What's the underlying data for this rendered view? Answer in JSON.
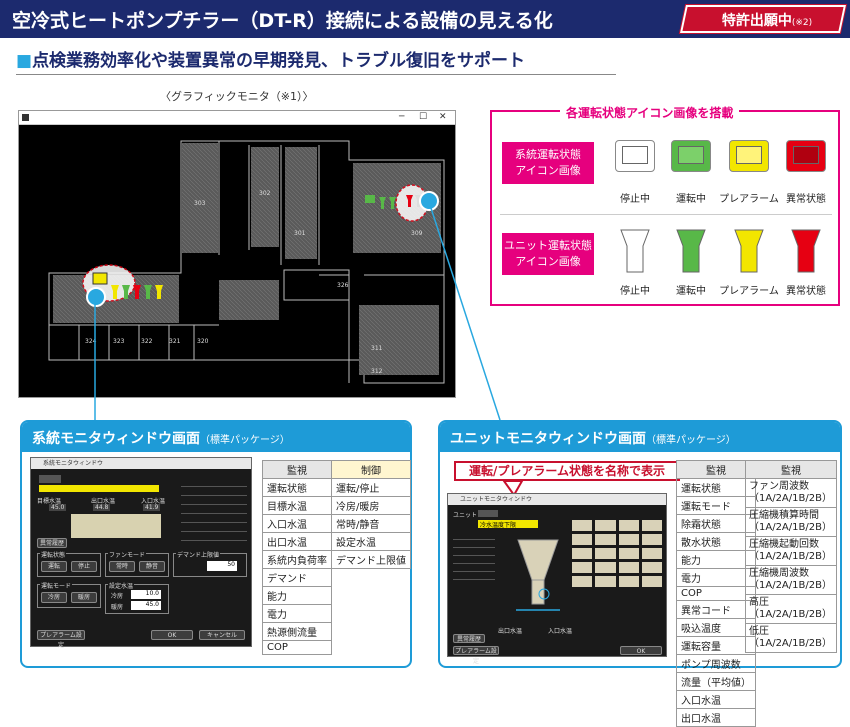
{
  "header": {
    "title": "空冷式ヒートポンプチラー（DT-R）接続による設備の見える化",
    "badge": "特許出願中",
    "badge_note": "(※2)"
  },
  "subtitle": "点検業務効率化や装置異常の早期発見、トラブル復旧をサポート",
  "graphic_monitor": {
    "caption": "〈グラフィックモニタ（※1）〉",
    "rooms": [
      "303",
      "302",
      "301",
      "309",
      "326",
      "324",
      "323",
      "322",
      "321",
      "320",
      "311",
      "312"
    ]
  },
  "legend": {
    "title": "各運転状態アイコン画像を搭載",
    "system_label_1": "系統運転状態",
    "system_label_2": "アイコン画像",
    "unit_label_1": "ユニット運転状態",
    "unit_label_2": "アイコン画像",
    "states": [
      "停止中",
      "運転中",
      "プレアラーム",
      "異常状態"
    ],
    "state_colors": [
      "#ffffff",
      "#58b848",
      "#f2e600",
      "#e60012"
    ]
  },
  "system_panel": {
    "title": "系統モニタウィンドウ画面",
    "package": "（標準パッケージ）",
    "window": {
      "title": "系統モニタウィンドウ",
      "labels": {
        "target": "目標水温",
        "outlet": "出口水温",
        "inlet": "入口水温",
        "run_status": "運転状態",
        "fan_mode": "ファンモード",
        "demand_limit": "デマンド上限値",
        "run_mode": "運転モード",
        "set_temp": "設定水温",
        "cooling": "冷房",
        "heating": "暖房"
      },
      "buttons": {
        "run": "運転",
        "stop": "停止",
        "normal": "常時",
        "low_noise": "静音",
        "cool": "冷房",
        "heat": "暖房",
        "prealarm_setting": "プレアラーム設定",
        "ok": "OK",
        "cancel": "キャンセル",
        "history": "異常履歴"
      },
      "values": {
        "target": "45.0",
        "outlet": "44.8",
        "inlet": "41.9",
        "demand_value": "50",
        "set_cool": "10.0",
        "set_heat": "45.0"
      }
    },
    "monitor_header": "監視",
    "monitor_items": [
      "運転状態",
      "目標水温",
      "入口水温",
      "出口水温",
      "系統内負荷率",
      "デマンド",
      "能力",
      "電力",
      "熱源側流量",
      "COP"
    ],
    "control_header": "制御",
    "control_items": [
      "運転/停止",
      "冷房/暖房",
      "常時/静音",
      "設定水温",
      "デマンド上限値"
    ]
  },
  "unit_panel": {
    "title": "ユニットモニタウィンドウ画面",
    "package": "（標準パッケージ）",
    "callout": "運転/プレアラーム状態を名称で表示",
    "window": {
      "title": "ユニットモニタウィンドウ",
      "status_text": "冷水温度下限",
      "labels": {
        "unit": "ユニット",
        "inlet": "入口水温",
        "outlet": "出口水温"
      },
      "buttons": {
        "history": "異常履歴",
        "prealarm_setting": "プレアラーム設定",
        "ok": "OK"
      }
    },
    "monitor_header_1": "監視",
    "monitor_items_1": [
      "運転状態",
      "運転モード",
      "除霜状態",
      "散水状態",
      "能力",
      "電力",
      "COP",
      "異常コード",
      "吸込温度",
      "運転容量",
      "ポンプ周波数",
      "流量（平均値）",
      "入口水温",
      "出口水温"
    ],
    "monitor_header_2": "監視",
    "monitor_items_2": [
      "ファン周波数",
      "（1A/2A/1B/2B）",
      "圧縮機積算時間",
      "（1A/2A/1B/2B）",
      "圧縮機起動回数",
      "（1A/2A/1B/2B）",
      "圧縮機周波数",
      "（1A/2A/1B/2B）",
      "高圧",
      "（1A/2A/1B/2B）",
      "低圧",
      "（1A/2A/1B/2B）"
    ]
  },
  "colors": {
    "navy": "#1c2a6e",
    "magenta": "#e6007e",
    "panel_blue": "#1e9bd7",
    "badge_red": "#c8102e"
  }
}
